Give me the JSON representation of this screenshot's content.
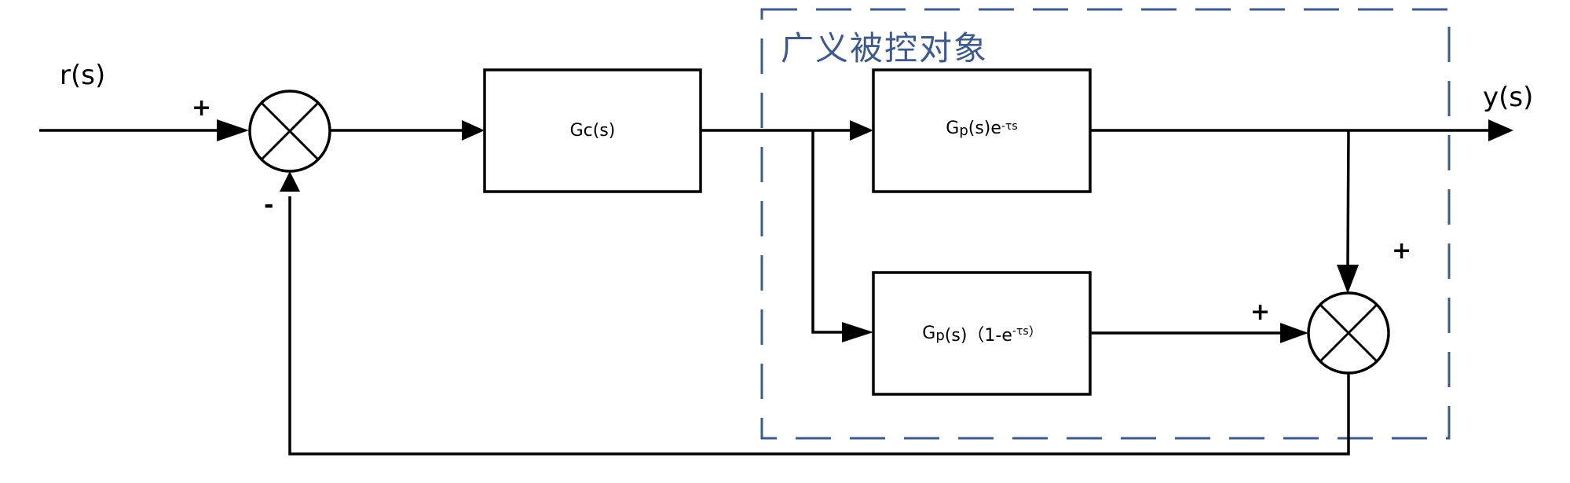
{
  "diagram": {
    "type": "control-block-diagram",
    "region": {
      "title": "广义被控对象",
      "color": "#3e5a8a",
      "style": "dashed"
    },
    "signals": {
      "input": "r(s)",
      "output": "y(s)"
    },
    "blocks": {
      "controller": {
        "name": "G",
        "sub": "c",
        "rest": "(s)"
      },
      "plant_delay": {
        "name": "G",
        "sub": "p",
        "rest": "(s)e",
        "sup": "-τs"
      },
      "plant_comp": {
        "name": "G",
        "sub": "p",
        "rest": "(s)（1-e",
        "sup": "-τs",
        "tail": "）"
      }
    },
    "summing_junctions": {
      "main": {
        "plus_sign": "+",
        "minus_sign": "-"
      },
      "smith": {
        "plus_top": "+",
        "plus_left": "+"
      }
    },
    "line_color": "#000000"
  }
}
